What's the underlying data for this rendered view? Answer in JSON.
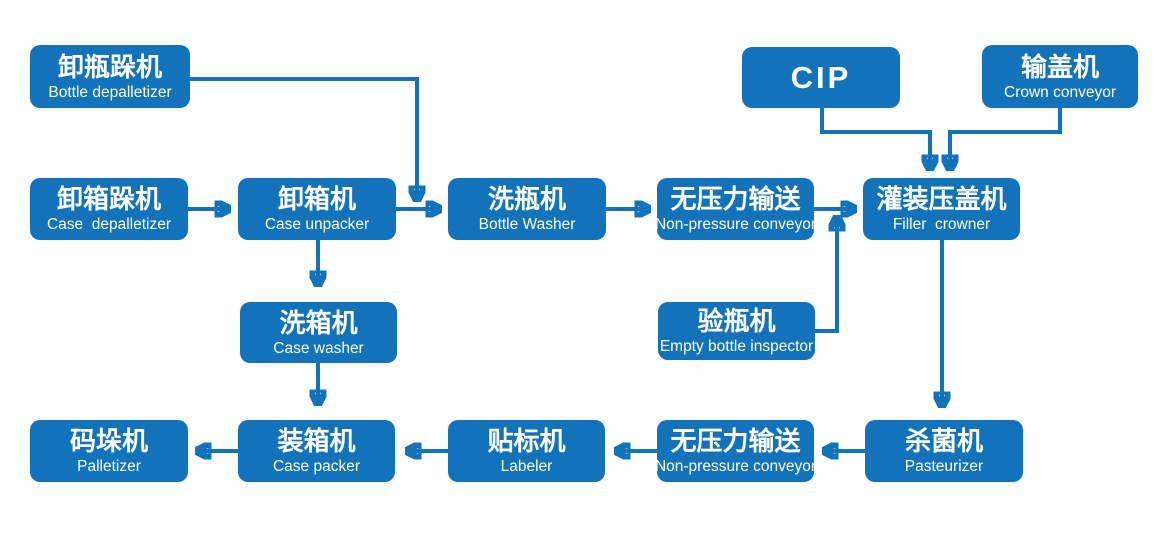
{
  "colors": {
    "node_fill": "#1273BA",
    "node_text": "#FFFFFF",
    "connector": "#1273BA",
    "background": "#FFFFFF"
  },
  "nodes": [
    {
      "id": "bottle-depalletizer",
      "zh": "卸瓶跺机",
      "en": "Bottle depalletizer"
    },
    {
      "id": "cip",
      "zh": "CIP",
      "en": ""
    },
    {
      "id": "crown-conveyor",
      "zh": "输盖机",
      "en": "Crown conveyor"
    },
    {
      "id": "case-depalletizer",
      "zh": "卸箱跺机",
      "en": "Case  depalletizer"
    },
    {
      "id": "case-unpacker",
      "zh": "卸箱机",
      "en": "Case unpacker"
    },
    {
      "id": "bottle-washer",
      "zh": "洗瓶机",
      "en": "Bottle Washer"
    },
    {
      "id": "non-pressure-conveyor-1",
      "zh": "无压力输送",
      "en": "Non-pressure conveyor"
    },
    {
      "id": "filler-crowner",
      "zh": "灌装压盖机",
      "en": "Filler  crowner"
    },
    {
      "id": "case-washer",
      "zh": "洗箱机",
      "en": "Case washer"
    },
    {
      "id": "empty-bottle-inspector",
      "zh": "验瓶机",
      "en": "Empty bottle inspector"
    },
    {
      "id": "palletizer",
      "zh": "码垛机",
      "en": "Palletizer"
    },
    {
      "id": "case-packer",
      "zh": "装箱机",
      "en": "Case packer"
    },
    {
      "id": "labeler",
      "zh": "贴标机",
      "en": "Labeler"
    },
    {
      "id": "non-pressure-conveyor-2",
      "zh": "无压力输送",
      "en": "Non-pressure conveyor"
    },
    {
      "id": "pasteurizer",
      "zh": "杀菌机",
      "en": "Pasteurizer"
    }
  ],
  "edges": [
    {
      "from": "bottle-depalletizer",
      "to": "bottle-washer"
    },
    {
      "from": "case-depalletizer",
      "to": "case-unpacker"
    },
    {
      "from": "case-unpacker",
      "to": "bottle-washer"
    },
    {
      "from": "bottle-washer",
      "to": "non-pressure-conveyor-1"
    },
    {
      "from": "non-pressure-conveyor-1",
      "to": "filler-crowner"
    },
    {
      "from": "cip",
      "to": "filler-crowner"
    },
    {
      "from": "crown-conveyor",
      "to": "filler-crowner"
    },
    {
      "from": "empty-bottle-inspector",
      "to": "filler-crowner"
    },
    {
      "from": "case-unpacker",
      "to": "case-washer"
    },
    {
      "from": "case-washer",
      "to": "case-packer"
    },
    {
      "from": "filler-crowner",
      "to": "pasteurizer"
    },
    {
      "from": "pasteurizer",
      "to": "non-pressure-conveyor-2"
    },
    {
      "from": "non-pressure-conveyor-2",
      "to": "labeler"
    },
    {
      "from": "labeler",
      "to": "case-packer"
    },
    {
      "from": "case-packer",
      "to": "palletizer"
    }
  ]
}
